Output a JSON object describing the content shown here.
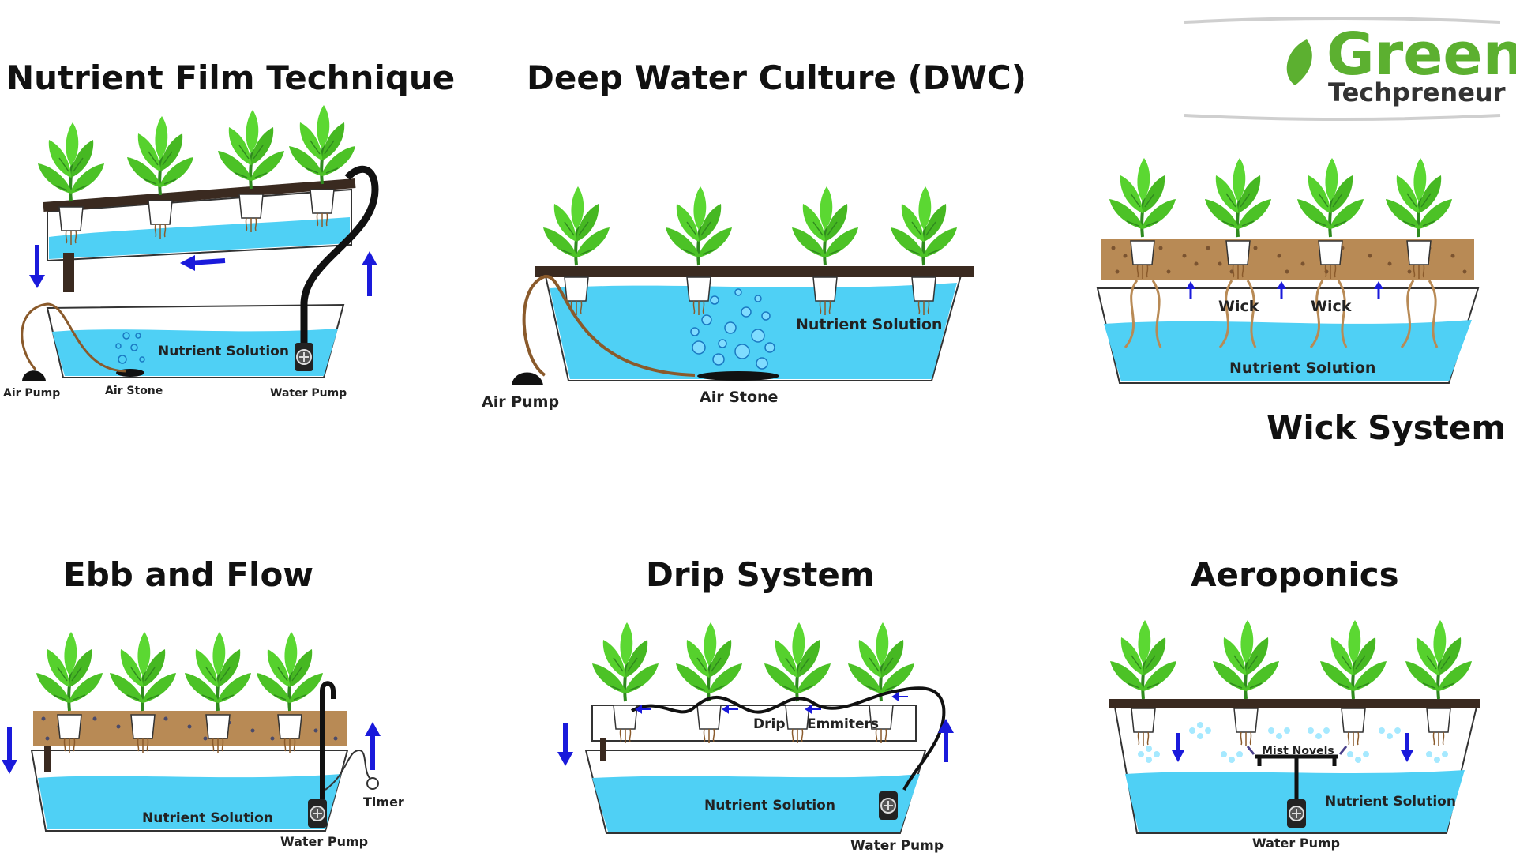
{
  "logo": {
    "name": "Green",
    "sub": "Techpreneur",
    "colors": {
      "green": "#5cb030",
      "dark": "#333333"
    }
  },
  "colors": {
    "water": "#4fd0f5",
    "leaf": "#4cc226",
    "board": "#3a2a20",
    "arrow": "#1a1adb",
    "media": "#b88a55"
  },
  "panels": {
    "nft": {
      "title": "Nutrient Film Technique",
      "labels": {
        "solution": "Nutrient Solution",
        "air_pump": "Air Pump",
        "air_stone": "Air Stone",
        "water_pump": "Water Pump"
      }
    },
    "dwc": {
      "title": "Deep Water Culture (DWC)",
      "labels": {
        "solution": "Nutrient Solution",
        "air_pump": "Air Pump",
        "air_stone": "Air Stone"
      }
    },
    "wick": {
      "title": "Wick System",
      "labels": {
        "wick1": "Wick",
        "wick2": "Wick",
        "solution": "Nutrient Solution"
      }
    },
    "ebb": {
      "title": "Ebb and Flow",
      "labels": {
        "solution": "Nutrient Solution",
        "timer": "Timer",
        "water_pump": "Water Pump"
      }
    },
    "drip": {
      "title": "Drip System",
      "labels": {
        "drip": "Drip",
        "emitters": "Emmiters",
        "solution": "Nutrient Solution",
        "water_pump": "Water Pump"
      }
    },
    "aero": {
      "title": "Aeroponics",
      "labels": {
        "mist": "Mist Novels",
        "solution": "Nutrient Solution",
        "water_pump": "Water Pump"
      }
    }
  }
}
